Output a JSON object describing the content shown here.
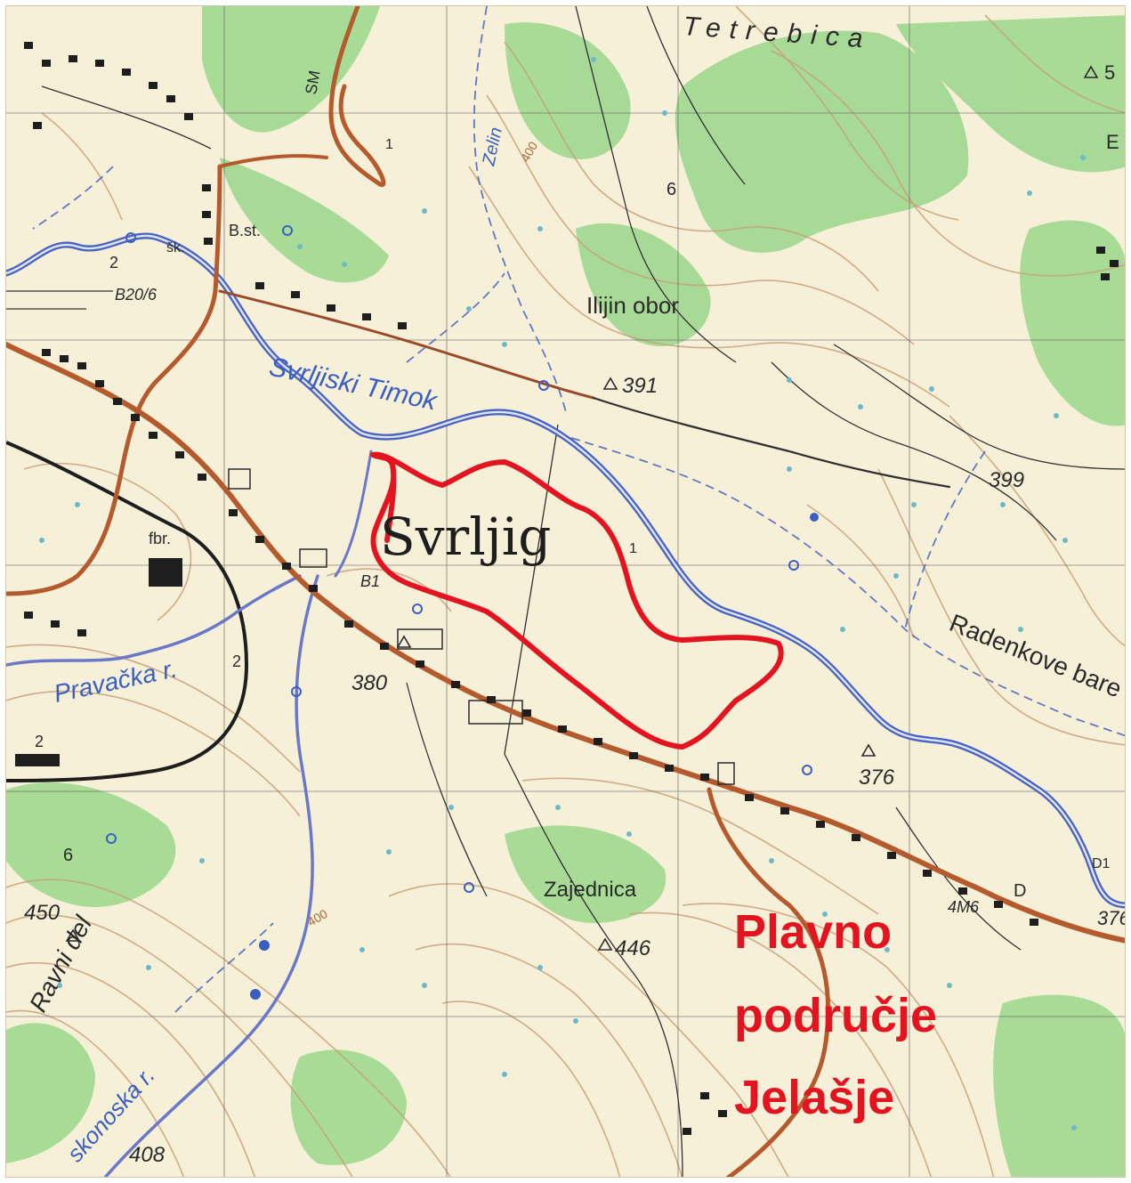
{
  "labels": {
    "tetrebica": "Tetrebica",
    "svrljig": "Svrljig",
    "svrljiski_timok": "Svrljiski Timok",
    "ilijin_obor": "Ilijin obor",
    "radenkove_bare": "Radenkove bare",
    "pravacka_r": "Pravačka r.",
    "zajednica": "Zajednica",
    "ravni_del": "Ravni del",
    "skonoska_r": "skonoska r.",
    "b_st": "B.st.",
    "sk": "šk.",
    "b20_6": "B20/6",
    "fbr": "fbr.",
    "b1": "B1",
    "m6": "4M6",
    "d": "D",
    "d1": "D1",
    "e": "E",
    "five": "5",
    "zelin": "Zelin",
    "sm": "SM"
  },
  "elevations": {
    "e391": "391",
    "e399": "399",
    "e380": "380",
    "e376": "376",
    "e376b": "376",
    "e450": "450",
    "e446": "446",
    "e408": "408",
    "c400a": "400",
    "c400b": "400"
  },
  "road_numbers": {
    "r2a": "2",
    "r2b": "2",
    "r2c": "2",
    "r6a": "6",
    "r6b": "6",
    "r1a": "1",
    "r1b": "1"
  },
  "annotation": {
    "line1": "Plavno",
    "line2": "područje",
    "line3": "Jelašje"
  },
  "colors": {
    "paper": "#f6f0d8",
    "forest": "#9fd88f",
    "river": "#4a62c0",
    "road": "#b45a2c",
    "contour": "#c8a07a",
    "highlight": "#e3141f"
  }
}
